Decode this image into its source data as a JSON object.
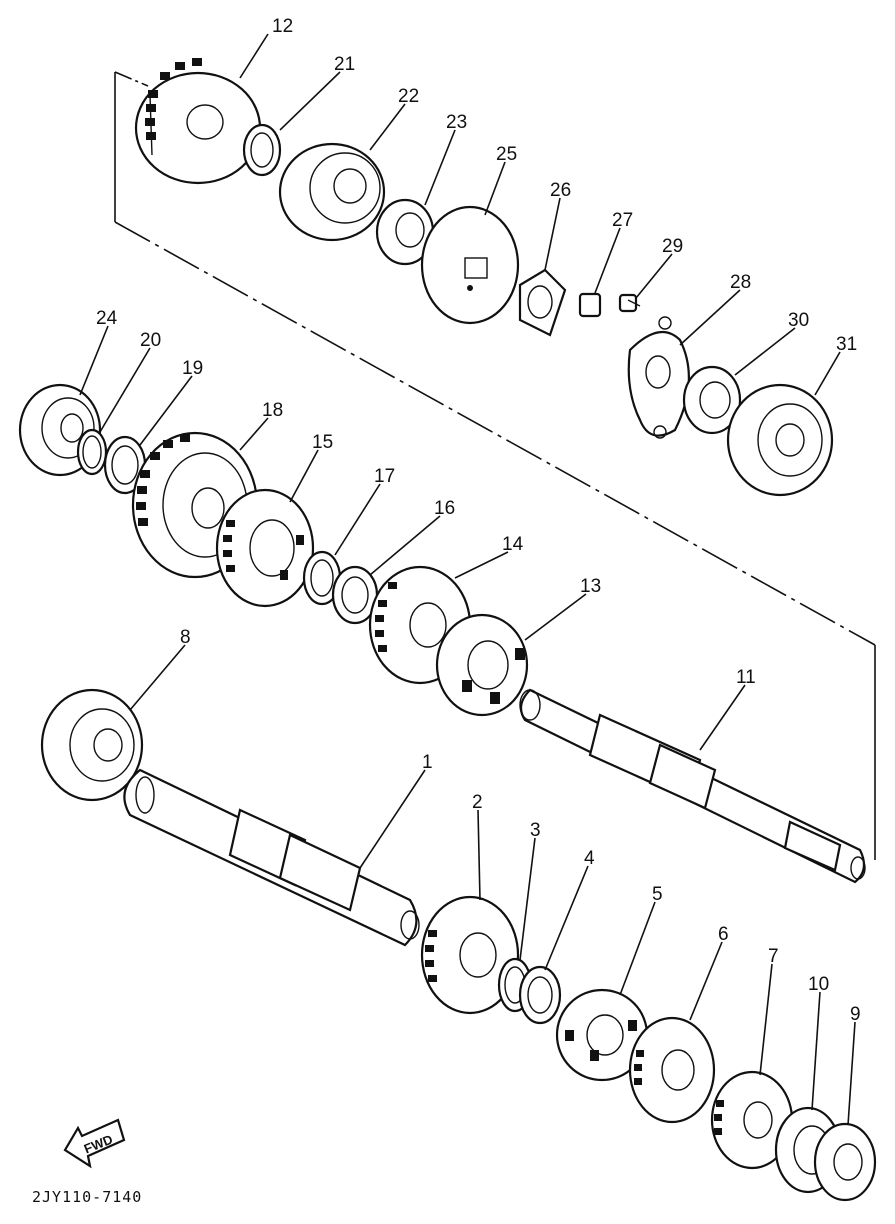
{
  "diagram": {
    "part_numbers": [
      "1",
      "2",
      "3",
      "4",
      "5",
      "6",
      "7",
      "8",
      "9",
      "10",
      "11",
      "12",
      "13",
      "14",
      "15",
      "16",
      "17",
      "18",
      "19",
      "20",
      "21",
      "22",
      "23",
      "24",
      "25",
      "26",
      "27",
      "28",
      "29",
      "30",
      "31"
    ],
    "direction_badge": "FWD",
    "drawing_code": "2JY110-7140"
  }
}
